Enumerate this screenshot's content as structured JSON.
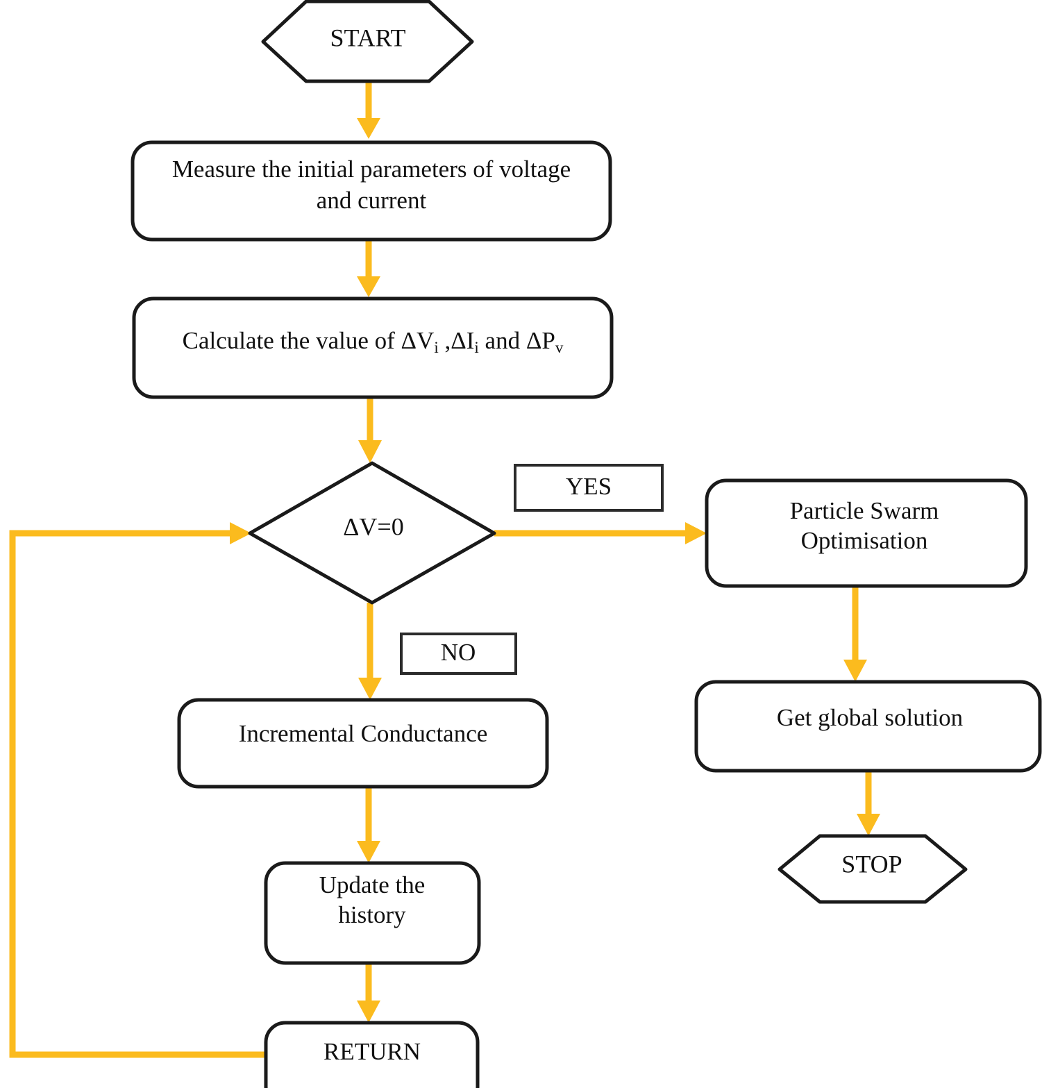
{
  "diagram": {
    "title": "MPPT hybrid PSO and Incremental Conductance flowchart",
    "colors": {
      "arrow": "#FBBB1E",
      "outline": "#1a1a1a",
      "fill": "#ffffff",
      "text": "#111111"
    },
    "nodes": {
      "start": {
        "label": "START",
        "shape": "hexagon"
      },
      "measure": {
        "label_line1": "Measure the initial parameters of voltage",
        "label_line2": "and current",
        "shape": "rounded-rect"
      },
      "calculate": {
        "prefix": "Calculate the value of ",
        "delta_v": "ΔV",
        "sub_v": "i",
        "sep1": " ,",
        "delta_i": "ΔI",
        "sub_i": "i",
        "sep2": " and ",
        "delta_p": "ΔP",
        "sub_p": "v",
        "shape": "rounded-rect"
      },
      "decision": {
        "label": "ΔV=0",
        "shape": "diamond"
      },
      "yes_label": {
        "label": "YES",
        "shape": "rect"
      },
      "no_label": {
        "label": "NO",
        "shape": "rect"
      },
      "pso": {
        "label_line1": "Particle Swarm",
        "label_line2": "Optimisation",
        "shape": "rounded-rect"
      },
      "global": {
        "label": "Get global solution",
        "shape": "rounded-rect"
      },
      "stop": {
        "label": "STOP",
        "shape": "hexagon"
      },
      "inc_cond": {
        "label": "Incremental Conductance",
        "shape": "rounded-rect"
      },
      "update": {
        "label_line1": "Update the",
        "label_line2": "history",
        "shape": "rounded-rect"
      },
      "return": {
        "label": "RETURN",
        "shape": "rounded-rect"
      }
    },
    "edges": [
      {
        "name": "start-to-measure",
        "from": "start",
        "to": "measure",
        "label": ""
      },
      {
        "name": "measure-to-calculate",
        "from": "measure",
        "to": "calculate",
        "label": ""
      },
      {
        "name": "calculate-to-decision",
        "from": "calculate",
        "to": "decision",
        "label": ""
      },
      {
        "name": "decision-to-pso",
        "from": "decision",
        "to": "pso",
        "label": "YES"
      },
      {
        "name": "pso-to-global",
        "from": "pso",
        "to": "global",
        "label": ""
      },
      {
        "name": "global-to-stop",
        "from": "global",
        "to": "stop",
        "label": ""
      },
      {
        "name": "decision-to-inc-cond",
        "from": "decision",
        "to": "inc_cond",
        "label": "NO"
      },
      {
        "name": "inc-cond-to-update",
        "from": "inc_cond",
        "to": "update",
        "label": ""
      },
      {
        "name": "update-to-return",
        "from": "update",
        "to": "return",
        "label": ""
      },
      {
        "name": "return-to-decision-feedback",
        "from": "return",
        "to": "decision",
        "label": ""
      }
    ]
  }
}
